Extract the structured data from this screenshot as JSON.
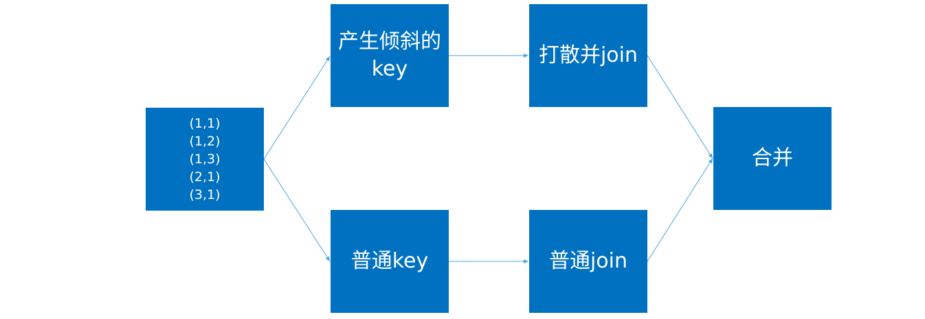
{
  "diagram": {
    "input_box": {
      "tuples": [
        "(1,1)",
        "(1,2)",
        "(1,3)",
        "(2,1)",
        "(3,1)"
      ]
    },
    "skewed_key_box": {
      "label": "产生倾斜的key"
    },
    "scatter_join_box": {
      "label": "打散并join"
    },
    "normal_key_box": {
      "label": "普通key"
    },
    "normal_join_box": {
      "label": "普通join"
    },
    "merge_box": {
      "label": "合并"
    },
    "colors": {
      "box_fill": "#0070c0",
      "box_text": "#ffffff",
      "connector": "#4aa3df"
    }
  }
}
